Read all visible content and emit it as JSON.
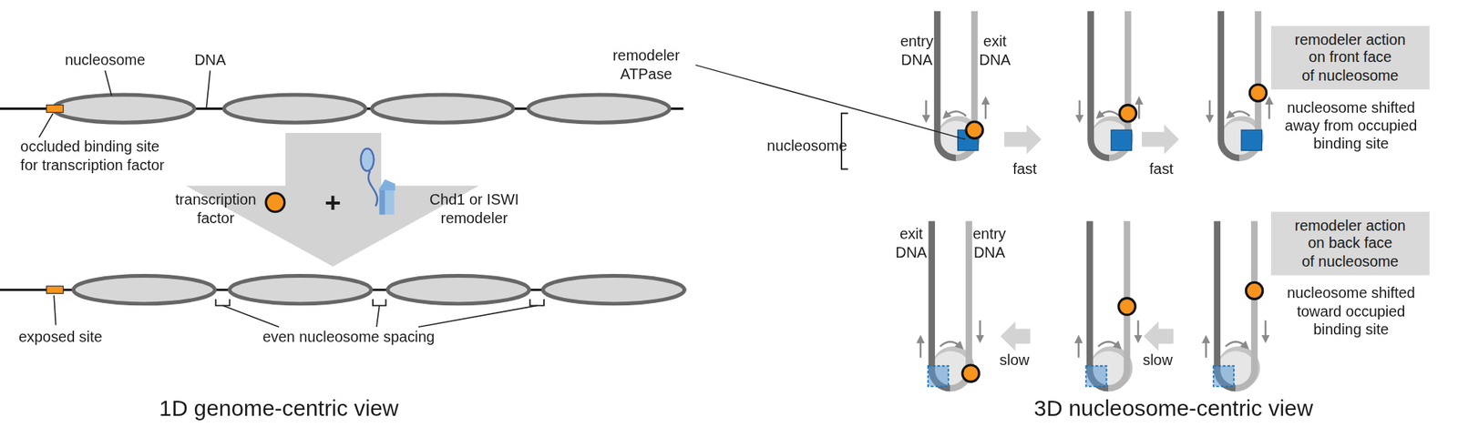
{
  "diagram": {
    "nodes": [
      {
        "text": [
          "remodeler action on front face of nucleosome"
        ]
      },
      {
        "text": [
          "remodeler action on back face of nucleosome"
        ]
      }
    ],
    "labels": [
      "nucleosome",
      "DNA",
      "occluded binding site for transcription factor",
      "transcription factor",
      "+",
      "Chd1 or ISWI remodeler",
      "exposed site",
      "even nucleosome spacing",
      "1D genome-centric view",
      "remodeler ATPase",
      "entry DNA",
      "exit DNA",
      "nucleosome",
      "fast",
      "fast",
      "nucleosome shifted away from occupied binding site",
      "exit DNA",
      "entry DNA",
      "slow",
      "slow",
      "nucleosome shifted toward occupied binding site",
      "3D nucleosome-centric view"
    ]
  }
}
